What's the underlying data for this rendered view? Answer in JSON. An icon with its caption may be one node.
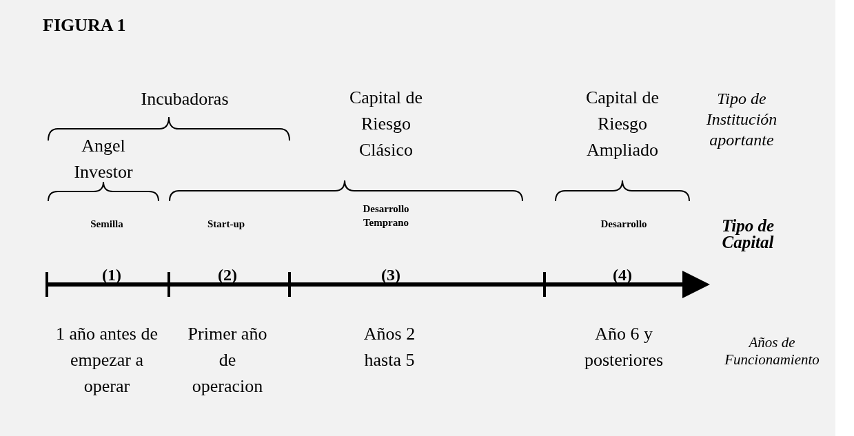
{
  "diagram": {
    "title": "FIGURA 1",
    "labels": [
      "Incubadoras",
      "Angel Investor",
      "Capital de Riesgo Clásico",
      "Capital de Riesgo Ampliado",
      "Tipo de Institución aportante",
      "Semilla",
      "Start-up",
      "Desarrollo Temprano",
      "Desarrollo",
      "Tipo de Capital",
      "(1)",
      "(2)",
      "(3)",
      "(4)",
      "1 año antes de empezar a operar",
      "Primer año de operacion",
      "Años 2 hasta 5",
      "Año 6 y posteriores",
      "Años de Funcionamiento"
    ]
  }
}
